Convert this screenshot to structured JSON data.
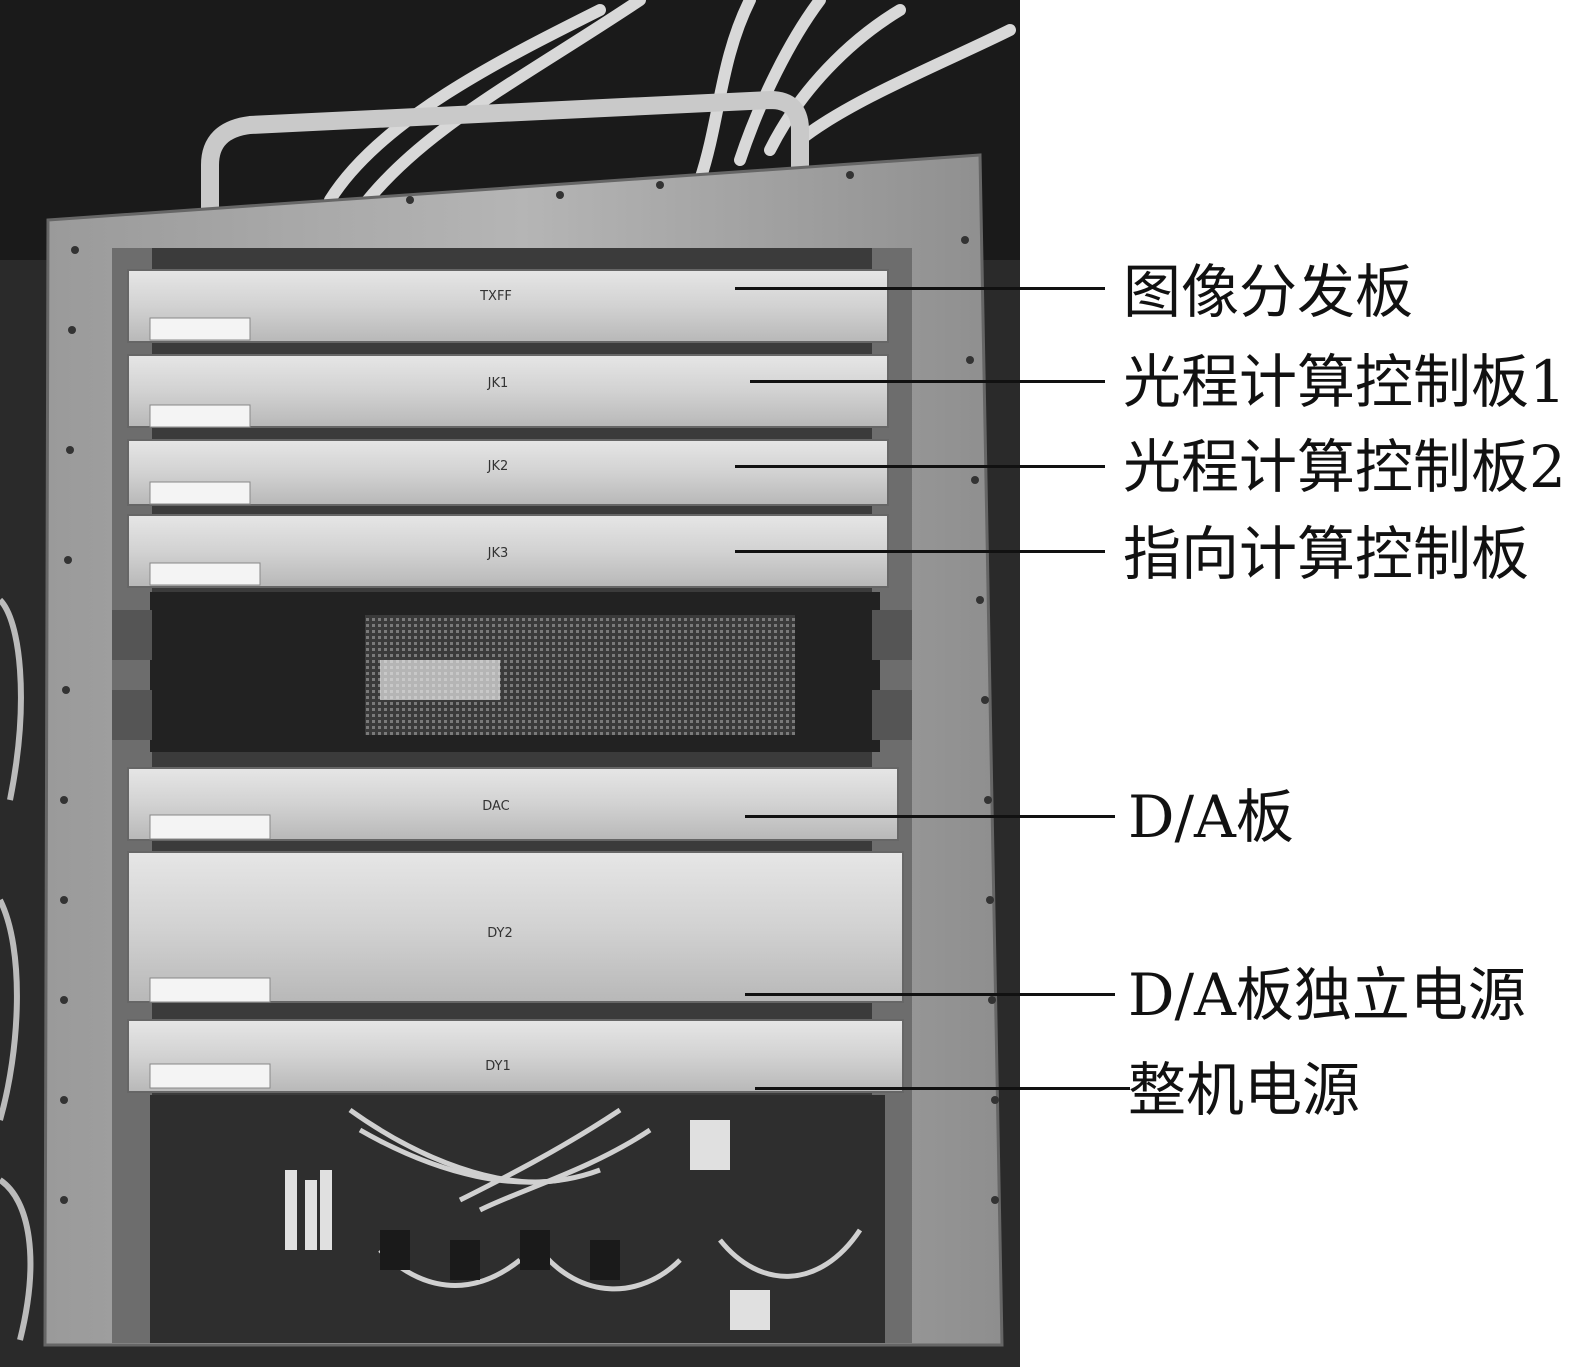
{
  "boards": [
    {
      "id": "txff",
      "label": "TXFF",
      "callout": "图像分发板"
    },
    {
      "id": "jk1",
      "label": "JK1",
      "callout": "光程计算控制板1"
    },
    {
      "id": "jk2",
      "label": "JK2",
      "callout": "光程计算控制板2"
    },
    {
      "id": "jk3",
      "label": "JK3",
      "callout": "指向计算控制板"
    },
    {
      "id": "dac",
      "label": "DAC",
      "callout": "D/A板"
    },
    {
      "id": "dy2",
      "label": "DY2",
      "callout": "D/A板独立电源"
    },
    {
      "id": "dy1",
      "label": "DY1",
      "callout": "整机电源"
    }
  ]
}
